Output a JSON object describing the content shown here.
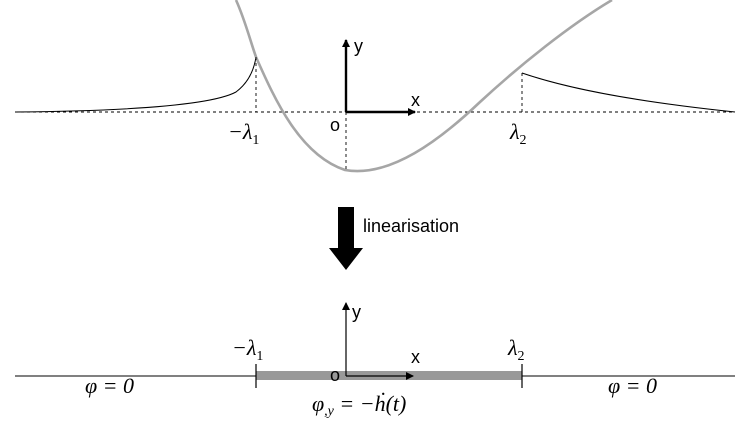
{
  "top_diagram": {
    "axis_y_label": "y",
    "axis_x_label": "x",
    "origin_label": "o",
    "left_point_label": "−λ",
    "left_point_subscript": "1",
    "right_point_label": "λ",
    "right_point_subscript": "2"
  },
  "transition": {
    "label": "linearisation",
    "arrow_icon": "down-arrow-icon"
  },
  "bottom_diagram": {
    "axis_y_label": "y",
    "axis_x_label": "x",
    "origin_label": "o",
    "left_point_label": "−λ",
    "left_point_subscript": "1",
    "right_point_label": "λ",
    "right_point_subscript": "2",
    "left_region_eq": "φ = 0",
    "right_region_eq": "φ = 0",
    "boundary_eq_prefix": "φ",
    "boundary_eq_subscript": ",y",
    "boundary_eq_suffix": " = −ḣ(t)"
  },
  "colors": {
    "ink": "#000000",
    "curve_gray": "#a6a6a6",
    "segment_gray": "#999999"
  }
}
